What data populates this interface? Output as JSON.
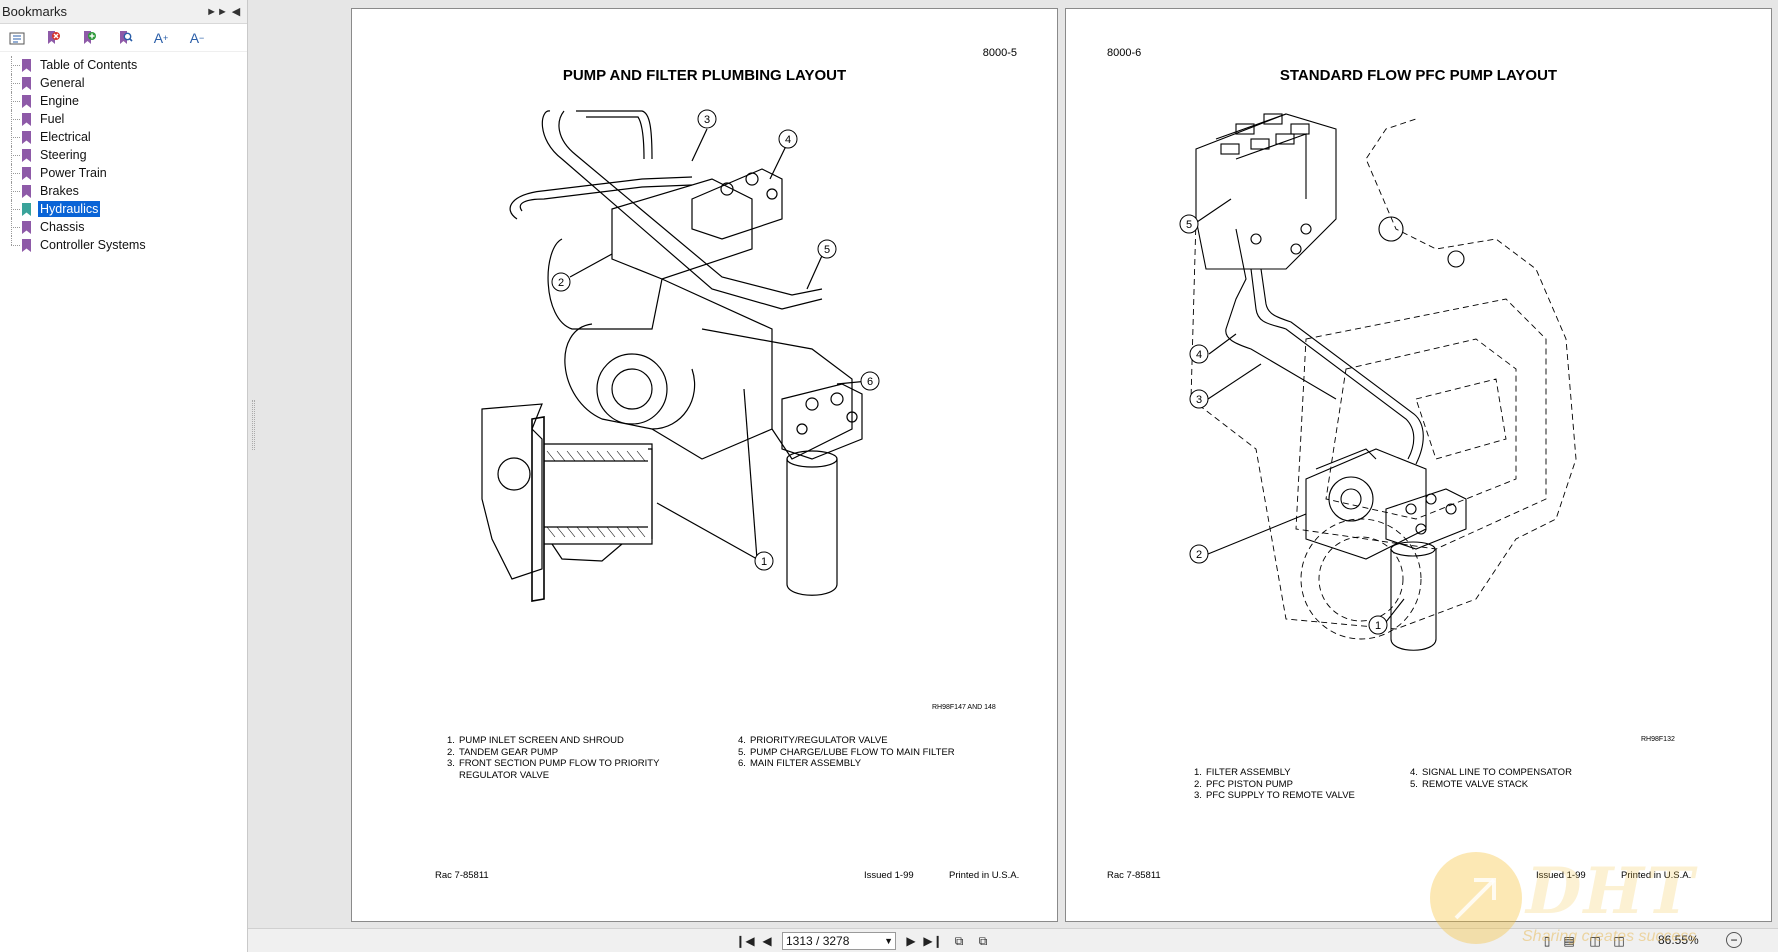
{
  "sidebar": {
    "title": "Bookmarks",
    "toolbar": [
      "options-icon",
      "delete-bookmark-icon",
      "new-bookmark-icon",
      "find-bookmark-icon",
      "increase-text-size-icon",
      "decrease-text-size-icon"
    ],
    "items": [
      {
        "label": "Table of Contents",
        "selected": false
      },
      {
        "label": "General",
        "selected": false
      },
      {
        "label": "Engine",
        "selected": false
      },
      {
        "label": "Fuel",
        "selected": false
      },
      {
        "label": "Electrical",
        "selected": false
      },
      {
        "label": "Steering",
        "selected": false
      },
      {
        "label": "Power Train",
        "selected": false
      },
      {
        "label": "Brakes",
        "selected": false
      },
      {
        "label": "Hydraulics",
        "selected": true
      },
      {
        "label": "Chassis",
        "selected": false
      },
      {
        "label": "Controller Systems",
        "selected": false
      }
    ],
    "colors": {
      "bookmark": "#8e5aa8",
      "bookmark_selected": "#3aa39a",
      "selection": "#0a64d6"
    }
  },
  "page_left": {
    "number": "8000-5",
    "title": "PUMP AND FILTER PLUMBING LAYOUT",
    "figure_code": "RH98F147 AND 148",
    "callouts": [
      "1",
      "2",
      "3",
      "4",
      "5",
      "6"
    ],
    "legend_left": [
      {
        "n": "1.",
        "t": "PUMP INLET SCREEN AND SHROUD"
      },
      {
        "n": "2.",
        "t": "TANDEM GEAR PUMP"
      },
      {
        "n": "3.",
        "t": "FRONT SECTION PUMP FLOW TO PRIORITY REGULATOR VALVE"
      }
    ],
    "legend_right": [
      {
        "n": "4.",
        "t": "PRIORITY/REGULATOR VALVE"
      },
      {
        "n": "5.",
        "t": "PUMP CHARGE/LUBE FLOW TO MAIN FILTER"
      },
      {
        "n": "6.",
        "t": "MAIN FILTER ASSEMBLY"
      }
    ],
    "footer_left": "Rac 7-85811",
    "footer_mid": "Issued 1-99",
    "footer_right": "Printed in U.S.A."
  },
  "page_right": {
    "number": "8000-6",
    "title": "STANDARD FLOW PFC PUMP LAYOUT",
    "figure_code": "RH98F132",
    "callouts": [
      "1",
      "2",
      "3",
      "4",
      "5"
    ],
    "legend_left": [
      {
        "n": "1.",
        "t": "FILTER ASSEMBLY"
      },
      {
        "n": "2.",
        "t": "PFC PISTON PUMP"
      },
      {
        "n": "3.",
        "t": "PFC SUPPLY TO REMOTE VALVE"
      }
    ],
    "legend_right": [
      {
        "n": "4.",
        "t": "SIGNAL LINE TO COMPENSATOR"
      },
      {
        "n": "5.",
        "t": "REMOTE VALVE STACK"
      }
    ],
    "footer_left": "Rac 7-85811",
    "footer_mid": "Issued 1-99",
    "footer_right": "Printed in U.S.A."
  },
  "navbar": {
    "page_field": "1313 / 3278",
    "zoom": "86.55%"
  },
  "watermark": {
    "text": "DHT",
    "sub": "Sharing creates success"
  }
}
